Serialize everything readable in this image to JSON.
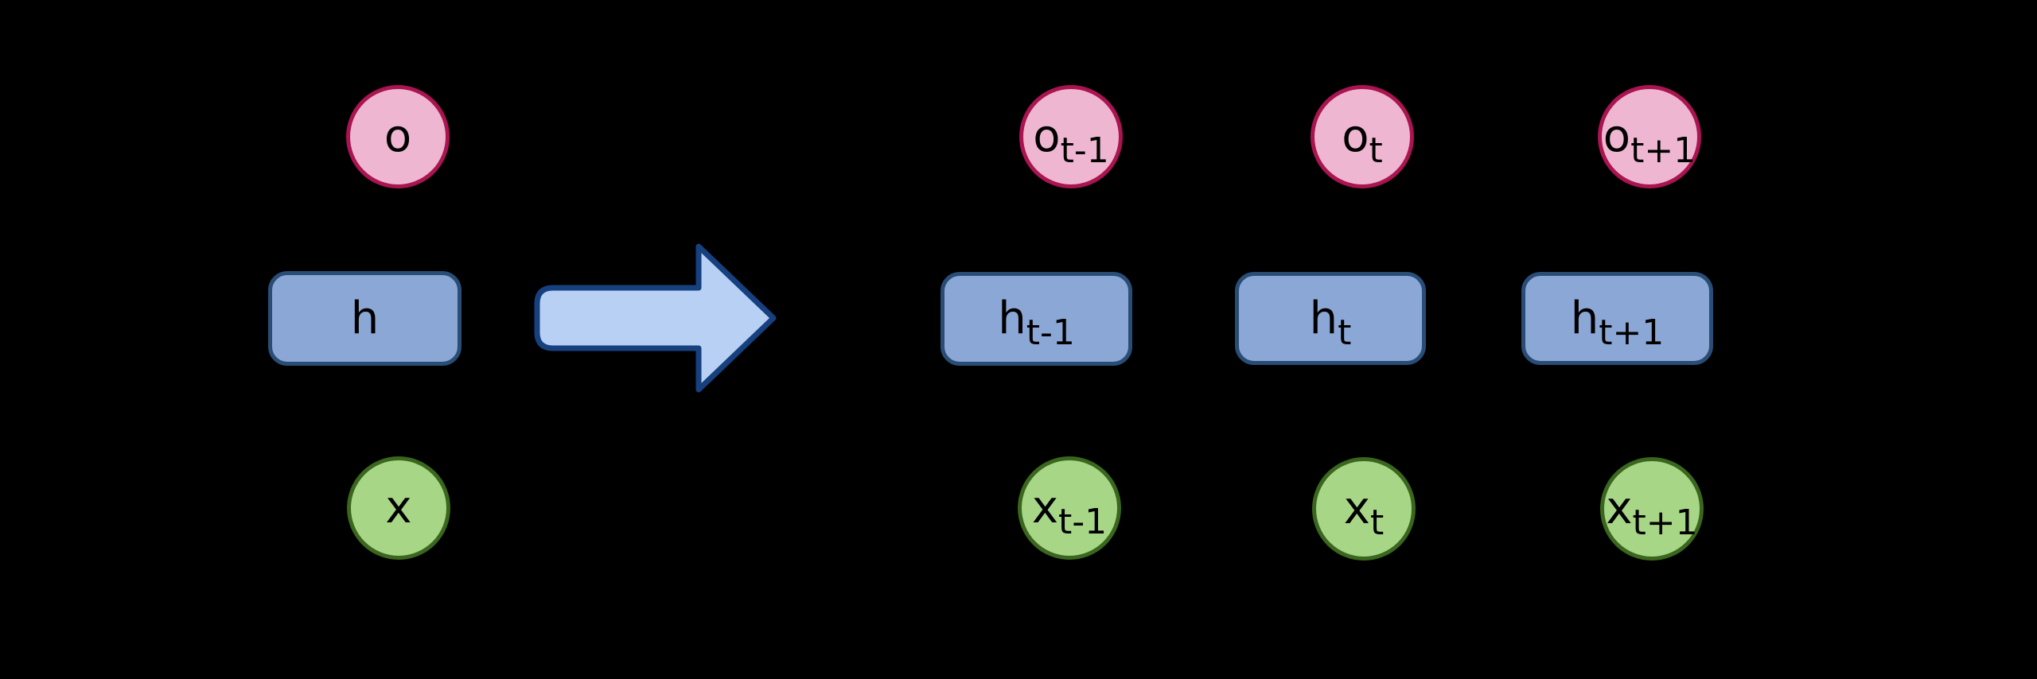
{
  "colors": {
    "background": "#000000",
    "output_fill": "#EEB6D1",
    "output_stroke": "#AA1450",
    "hidden_fill": "#8BA7D6",
    "hidden_stroke": "#2A4D75",
    "input_fill": "#A7D686",
    "input_stroke": "#3A661E",
    "arrow_fill": "#B7D0F4",
    "arrow_stroke": "#16407E",
    "label_text": "#000000"
  },
  "folded": {
    "output": {
      "base": "o",
      "sub": ""
    },
    "hidden": {
      "base": "h",
      "sub": ""
    },
    "input": {
      "base": "x",
      "sub": ""
    }
  },
  "arrow": {
    "name": "unfold-arrow",
    "direction": "right"
  },
  "unfolded": {
    "columns": [
      {
        "key": "t-1",
        "output": {
          "base": "o",
          "sub": "t-1"
        },
        "hidden": {
          "base": "h",
          "sub": "t-1"
        },
        "input": {
          "base": "x",
          "sub": "t-1"
        }
      },
      {
        "key": "t",
        "output": {
          "base": "o",
          "sub": "t"
        },
        "hidden": {
          "base": "h",
          "sub": "t"
        },
        "input": {
          "base": "x",
          "sub": "t"
        }
      },
      {
        "key": "t+1",
        "output": {
          "base": "o",
          "sub": "t+1"
        },
        "hidden": {
          "base": "h",
          "sub": "t+1"
        },
        "input": {
          "base": "x",
          "sub": "t+1"
        }
      }
    ]
  }
}
